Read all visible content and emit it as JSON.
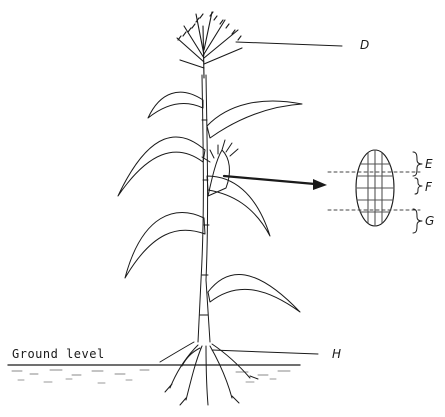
{
  "labels": {
    "D": "D",
    "E": "E",
    "F": "F",
    "G": "G",
    "H": "H",
    "ground_level": "Ground level"
  },
  "colors": {
    "ink": "#1a1a1a",
    "soil": "#8a8a8a"
  }
}
